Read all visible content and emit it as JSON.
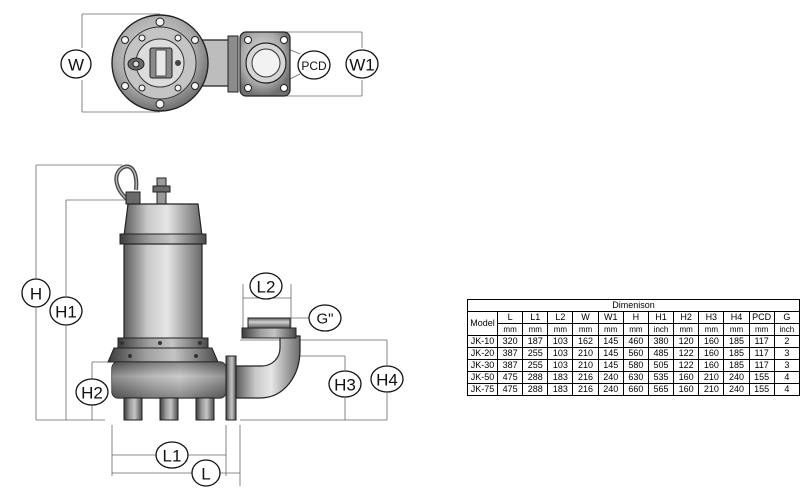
{
  "callouts": {
    "w": "W",
    "pcd": "PCD",
    "w1": "W1",
    "h": "H",
    "h1": "H1",
    "h2": "H2",
    "h3": "H3",
    "h4": "H4",
    "l": "L",
    "l1": "L1",
    "l2": "L2",
    "g": "G\""
  },
  "table": {
    "caption": "Dimenison",
    "model_header": "Model",
    "columns": [
      "L",
      "L1",
      "L2",
      "W",
      "W1",
      "H",
      "H1",
      "H2",
      "H3",
      "H4",
      "PCD",
      "G"
    ],
    "units": [
      "mm",
      "mm",
      "mm",
      "mm",
      "mm",
      "mm",
      "inch",
      "mm",
      "mm",
      "mm",
      "mm",
      "inch"
    ],
    "rows": [
      {
        "model": "JK-10",
        "values": [
          "320",
          "187",
          "103",
          "162",
          "145",
          "460",
          "380",
          "120",
          "160",
          "185",
          "117",
          "2"
        ]
      },
      {
        "model": "JK-20",
        "values": [
          "387",
          "255",
          "103",
          "210",
          "145",
          "560",
          "485",
          "122",
          "160",
          "185",
          "117",
          "3"
        ]
      },
      {
        "model": "JK-30",
        "values": [
          "387",
          "255",
          "103",
          "210",
          "145",
          "580",
          "505",
          "122",
          "160",
          "185",
          "117",
          "3"
        ]
      },
      {
        "model": "JK-50",
        "values": [
          "475",
          "288",
          "183",
          "216",
          "240",
          "630",
          "535",
          "160",
          "210",
          "240",
          "155",
          "4"
        ]
      },
      {
        "model": "JK-75",
        "values": [
          "475",
          "288",
          "183",
          "216",
          "240",
          "660",
          "565",
          "160",
          "210",
          "240",
          "155",
          "4"
        ]
      }
    ]
  },
  "colors": {
    "line": "#222222",
    "body_dark": "#555555",
    "body_mid": "#9a9a9a",
    "body_light": "#d8d8d8",
    "dim_line": "#666666"
  }
}
